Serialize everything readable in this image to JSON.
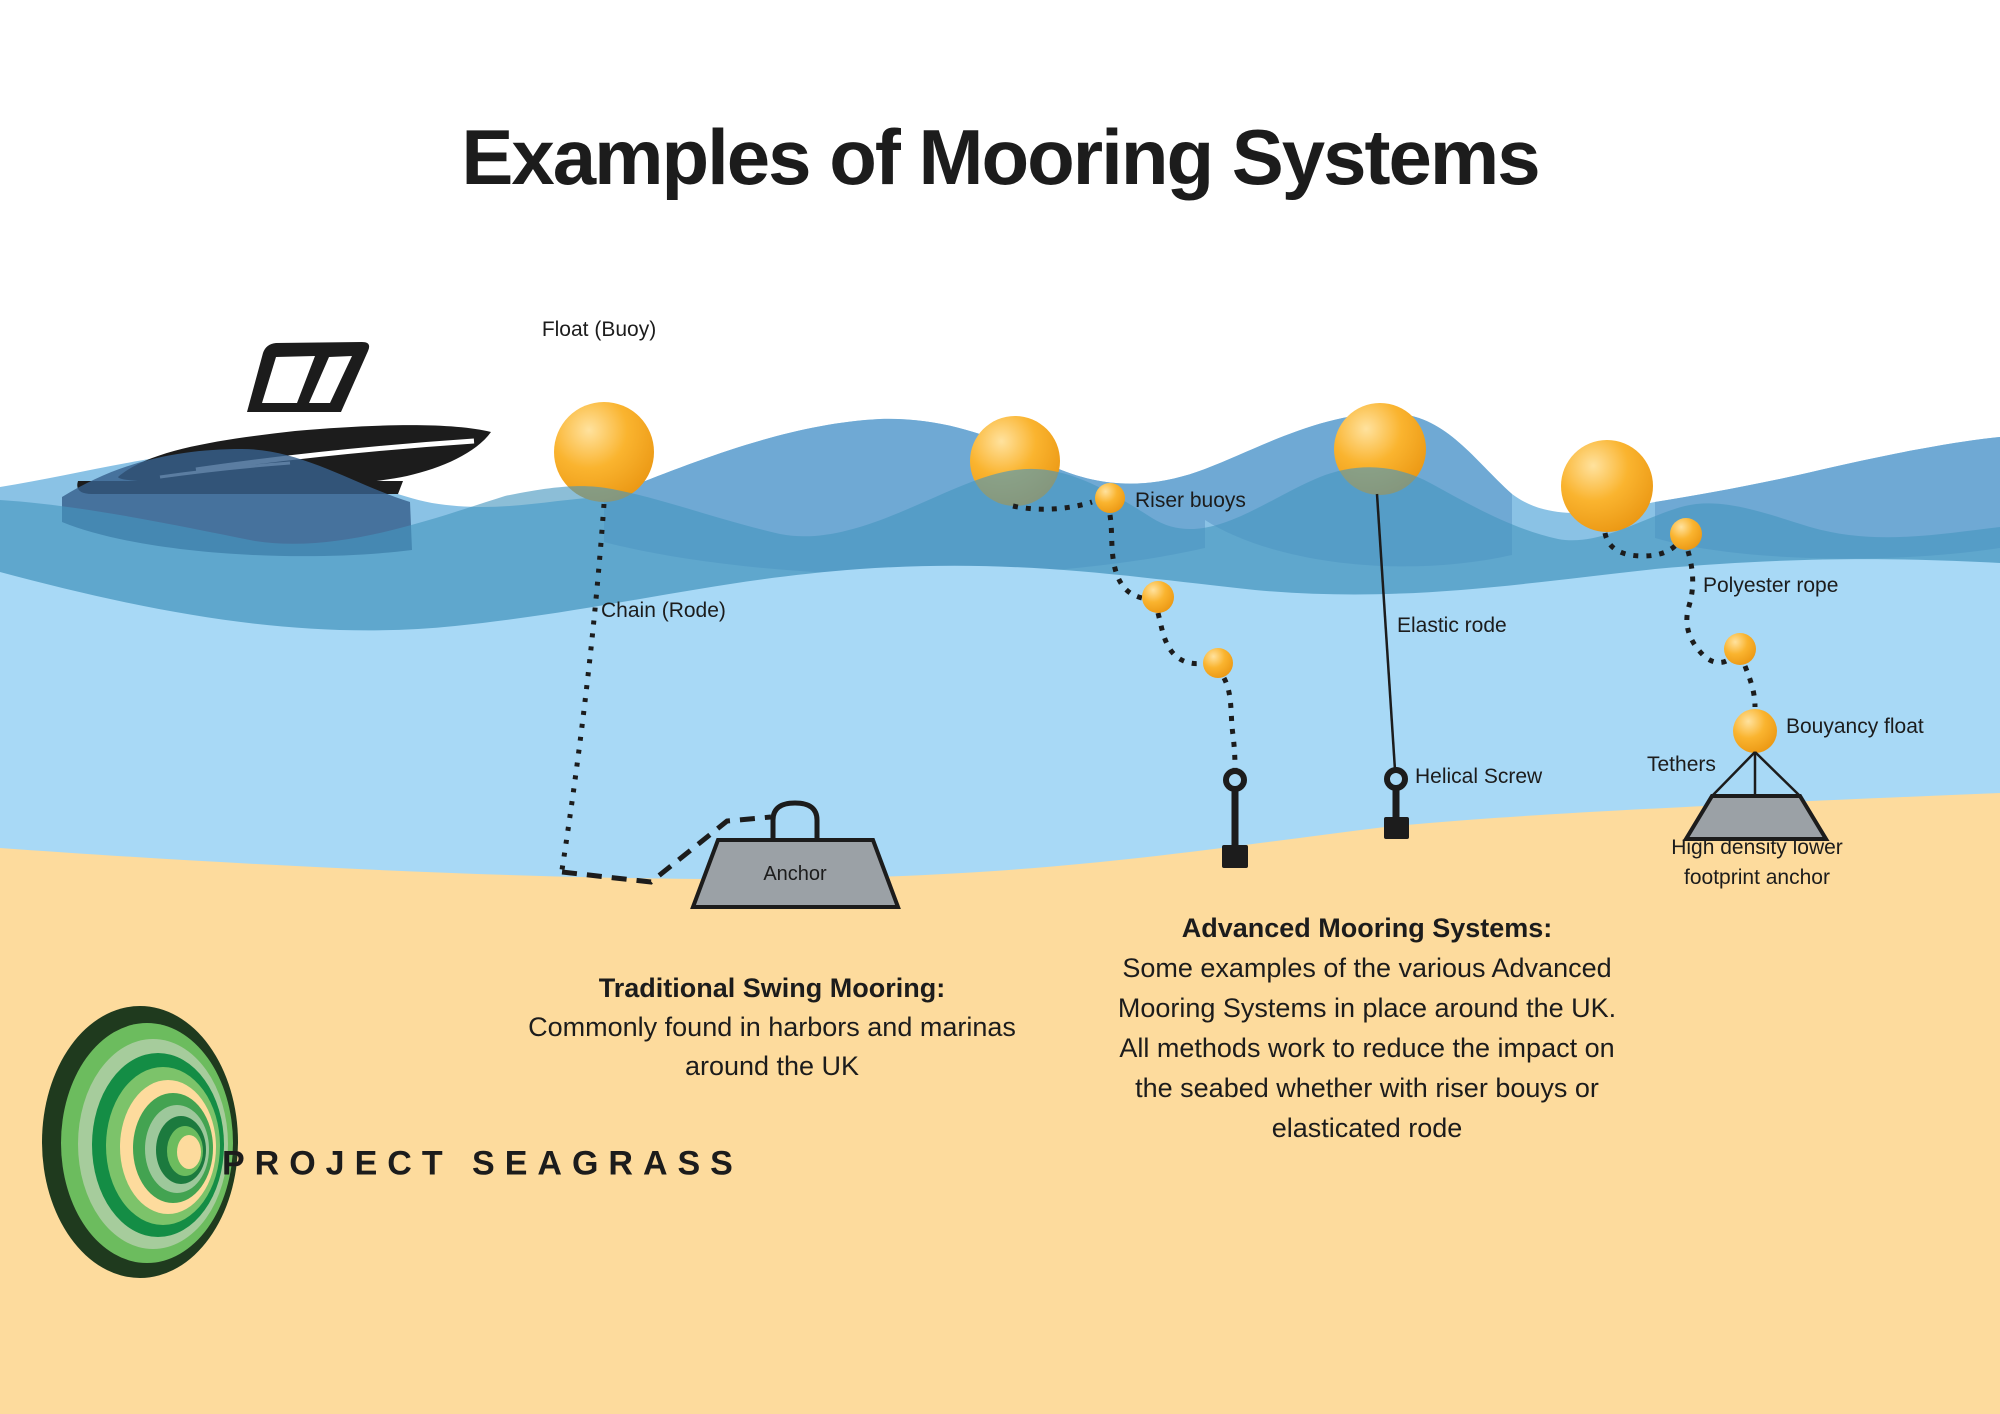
{
  "title": "Examples of Mooring Systems",
  "labels": {
    "float_buoy": "Float (Buoy)",
    "chain_rode": "Chain (Rode)",
    "anchor": "Anchor",
    "riser_buoys": "Riser buoys",
    "elastic_rode": "Elastic rode",
    "helical_screw": "Helical Screw",
    "polyester_rope": "Polyester rope",
    "bouyancy_float": "Bouyancy float",
    "tethers": "Tethers",
    "hd_anchor_line1": "High density lower",
    "hd_anchor_line2": "footprint anchor"
  },
  "traditional": {
    "heading": "Traditional Swing Mooring:",
    "lines": [
      "Commonly found in harbors and marinas",
      "around the UK"
    ]
  },
  "advanced": {
    "heading": "Advanced Mooring Systems:",
    "lines": [
      "Some examples of the various Advanced",
      "Mooring Systems in place around the UK.",
      "All methods work to reduce the impact on",
      "the seabed whether with riser bouys or",
      "elasticated rode"
    ]
  },
  "logo": {
    "wordmark": "PROJECT SEAGRASS"
  },
  "colors": {
    "sky": "#FFFFFF",
    "wave_light": "#8AC2E5",
    "wave_mid": "#6FA9D4",
    "wave_dark": "#37608C",
    "wave_overlay": "#4696BE",
    "water_body": "#A8D9F6",
    "sand": "#FDDB9D",
    "buoy_highlight": "#FFE29E",
    "buoy_main": "#FAB42F",
    "buoy_shadow": "#E8920E",
    "anchor_gray": "#9BA1A6",
    "ink": "#1C1C1C",
    "logo_dark_green": "#1F3A1E",
    "logo_green": "#148D45",
    "logo_light_green": "#6CBC5E",
    "logo_sage": "#A6CC9C"
  }
}
